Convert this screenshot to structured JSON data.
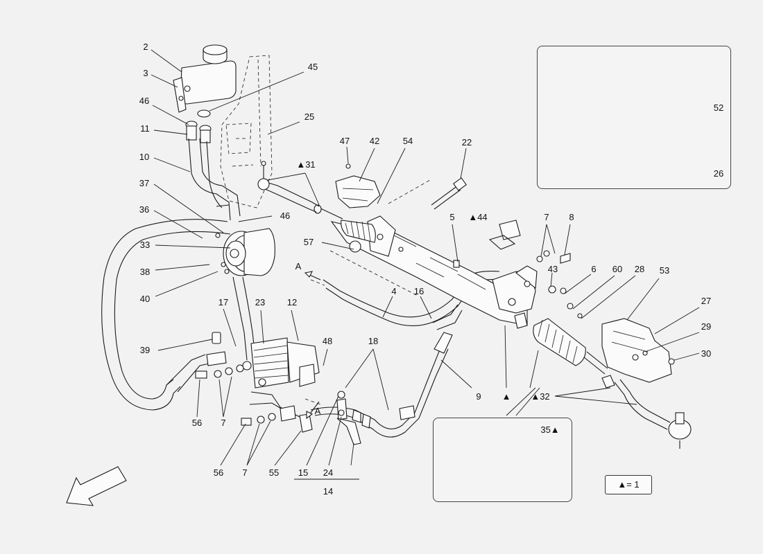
{
  "legend_text": "▲= 1",
  "callouts": {
    "c2": "2",
    "c3": "3",
    "c45": "45",
    "c46a": "46",
    "c11": "11",
    "c25": "25",
    "c10": "10",
    "c37": "37",
    "c36": "36",
    "c33": "33",
    "c38": "38",
    "c40": "40",
    "c46b": "46",
    "c47": "47",
    "c42": "42",
    "c54": "54",
    "c22": "22",
    "c31": "▲31",
    "c57": "57",
    "c5": "5",
    "c44": "▲44",
    "c7a": "7",
    "c8": "8",
    "cA1": "A",
    "c43": "43",
    "c6": "6",
    "c60": "60",
    "c28": "28",
    "c53": "53",
    "c4": "4",
    "c16": "16",
    "c17": "17",
    "c23": "23",
    "c12": "12",
    "c27": "27",
    "c29": "29",
    "c30": "30",
    "c39": "39",
    "c48": "48",
    "c18": "18",
    "c9": "9",
    "ctri": "▲",
    "c32": "▲32",
    "c56a": "56",
    "c7b": "7",
    "cA2": "A",
    "c35": "35▲",
    "c56b": "56",
    "c7c": "7",
    "c55": "55",
    "c15": "15",
    "c24": "24",
    "c14": "14",
    "c52": "52",
    "c26": "26"
  }
}
